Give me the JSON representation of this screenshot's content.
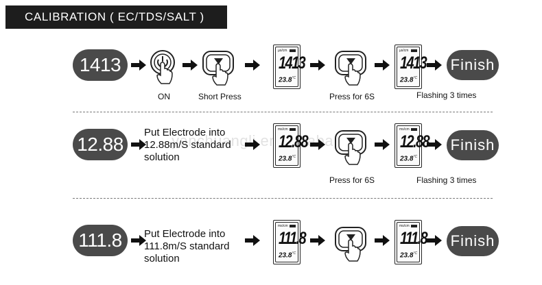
{
  "header": {
    "title": "CALIBRATION ( EC/TDS/SALT )"
  },
  "watermark": "yanchuangli.en.alibaba.com",
  "rows": [
    {
      "value": "1413",
      "captions": {
        "on": "ON",
        "short_press": "Short Press",
        "press": "Press for 6S",
        "flashing": "Flashing 3 times"
      },
      "meter1": {
        "unit": "µs/cm",
        "reading": "1413",
        "temp": "23.8",
        "temp_unit": "°C"
      },
      "meter2": {
        "unit": "µs/cm",
        "reading": "1413",
        "temp": "23.8",
        "temp_unit": "°C"
      },
      "finish": "Finish"
    },
    {
      "value": "12.88",
      "instruction": [
        "Put Electrode into",
        "12.88m/S standard",
        "solution"
      ],
      "captions": {
        "press": "Press for 6S",
        "flashing": "Flashing 3 times"
      },
      "meter1": {
        "unit": "ms/cm",
        "reading": "12.88",
        "temp": "23.8",
        "temp_unit": "°C"
      },
      "meter2": {
        "unit": "ms/cm",
        "reading": "12.88",
        "temp": "23.8",
        "temp_unit": "°C"
      },
      "finish": "Finish"
    },
    {
      "value": "111.8",
      "instruction": [
        "Put Electrode into",
        "111.8m/S standard",
        "solution"
      ],
      "meter1": {
        "unit": "ms/cm",
        "reading": "111.8",
        "temp": "23.8",
        "temp_unit": "°C"
      },
      "meter2": {
        "unit": "ms/cm",
        "reading": "111.8",
        "temp": "23.8",
        "temp_unit": "°C"
      },
      "finish": "Finish"
    }
  ]
}
